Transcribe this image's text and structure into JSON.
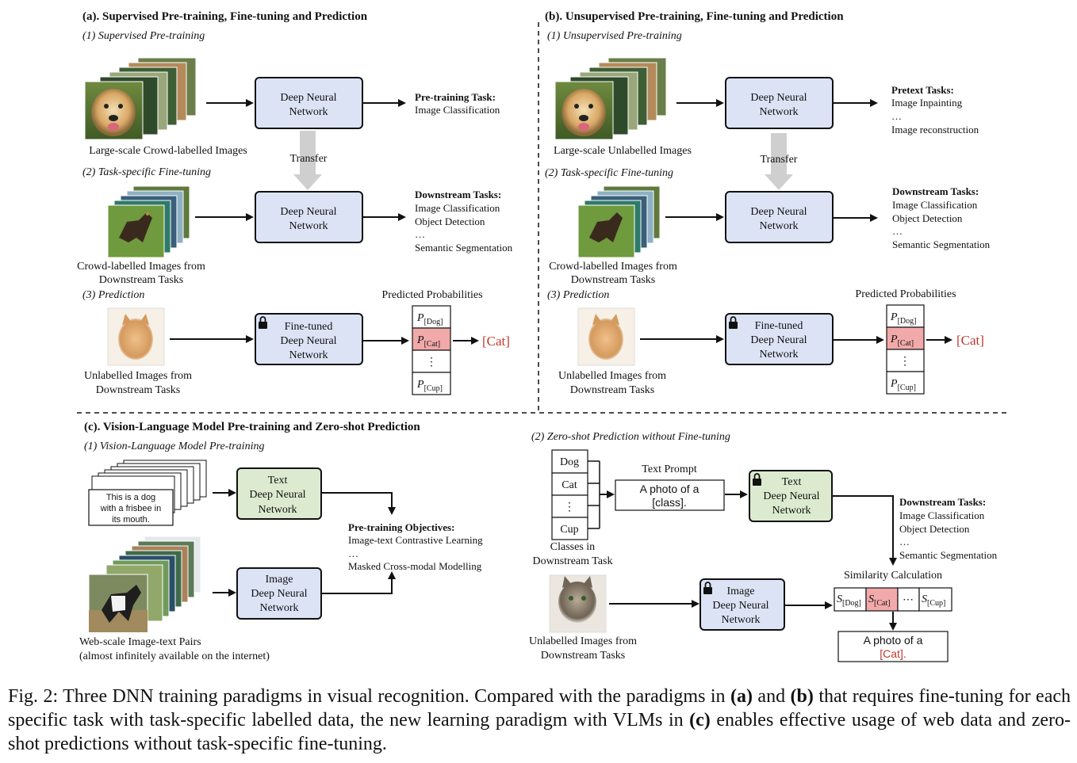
{
  "colors": {
    "dnn_fill": "#dbe3f5",
    "text_dnn_fill": "#dcebcf",
    "highlight_fill": "#f2a9a9",
    "cat_red": "#c0392b",
    "arrow_gray": "#cfcfcf"
  },
  "panel_a": {
    "title": "(a). Supervised Pre-training, Fine-tuning and Prediction",
    "step1": "(1) Supervised Pre-training",
    "step1_images": "Large-scale Crowd-labelled Images",
    "step1_box": [
      "Deep Neural",
      "Network"
    ],
    "step1_task_head": "Pre-training Task:",
    "step1_task_items": [
      "Image Classification"
    ],
    "transfer": "Transfer",
    "step2": "(2) Task-specific Fine-tuning",
    "step2_images": [
      "Crowd-labelled Images from",
      "Downstream Tasks"
    ],
    "step2_box": [
      "Deep Neural",
      "Network"
    ],
    "step2_task_head": "Downstream Tasks:",
    "step2_task_items": [
      "Image Classification",
      "Object Detection",
      "…",
      "Semantic Segmentation"
    ],
    "step3": "(3) Prediction",
    "step3_images": [
      "Unlabelled Images from",
      "Downstream Tasks"
    ],
    "step3_box": [
      "Fine-tuned",
      "Deep Neural",
      "Network"
    ],
    "prob_title": "Predicted Probabilities",
    "probs": [
      {
        "p": "P",
        "sub": "[Dog]"
      },
      {
        "p": "P",
        "sub": "[Cat]"
      },
      {
        "p": "⋮",
        "sub": ""
      },
      {
        "p": "P",
        "sub": "[Cup]"
      }
    ],
    "result": "[Cat]"
  },
  "panel_b": {
    "title": "(b). Unsupervised Pre-training, Fine-tuning and Prediction",
    "step1": "(1) Unsupervised Pre-training",
    "step1_images": "Large-scale Unlabelled Images",
    "step1_box": [
      "Deep Neural",
      "Network"
    ],
    "step1_task_head": "Pretext Tasks:",
    "step1_task_items": [
      "Image Inpainting",
      "…",
      "Image reconstruction"
    ],
    "transfer": "Transfer",
    "step2": "(2) Task-specific Fine-tuning",
    "step2_images": [
      "Crowd-labelled Images from",
      "Downstream Tasks"
    ],
    "step2_box": [
      "Deep Neural",
      "Network"
    ],
    "step2_task_head": "Downstream Tasks:",
    "step2_task_items": [
      "Image Classification",
      "Object Detection",
      "…",
      "Semantic Segmentation"
    ],
    "step3": "(3) Prediction",
    "step3_images": [
      "Unlabelled Images from",
      "Downstream Tasks"
    ],
    "step3_box": [
      "Fine-tuned",
      "Deep Neural",
      "Network"
    ],
    "prob_title": "Predicted Probabilities",
    "probs": [
      {
        "p": "P",
        "sub": "[Dog]"
      },
      {
        "p": "P",
        "sub": "[Cat]"
      },
      {
        "p": "⋮",
        "sub": ""
      },
      {
        "p": "P",
        "sub": "[Cup]"
      }
    ],
    "result": "[Cat]"
  },
  "panel_c": {
    "title": "(c). Vision-Language Model Pre-training and Zero-shot Prediction",
    "step1": "(1) Vision-Language Model Pre-training",
    "caption_card": [
      "This is a dog",
      "with a frisbee in",
      "its mouth."
    ],
    "text_box": [
      "Text",
      "Deep Neural",
      "Network"
    ],
    "image_box": [
      "Image",
      "Deep Neural",
      "Network"
    ],
    "objectives_head": "Pre-training Objectives:",
    "objectives_items": [
      "Image-text Contrastive Learning",
      "…",
      "Masked Cross-modal Modelling"
    ],
    "pairs_label": [
      "Web-scale Image-text Pairs",
      "(almost infinitely available on the internet)"
    ],
    "step2": "(2) Zero-shot Prediction without Fine-tuning",
    "classes": [
      "Dog",
      "Cat",
      "⋮",
      "Cup"
    ],
    "classes_label": [
      "Classes in",
      "Downstream Task"
    ],
    "prompt_title": "Text Prompt",
    "prompt": [
      "A photo of a",
      "[class]."
    ],
    "zs_text_box": [
      "Text",
      "Deep Neural",
      "Network"
    ],
    "zs_task_head": "Downstream Tasks:",
    "zs_task_items": [
      "Image Classification",
      "Object Detection",
      "…",
      "Semantic Segmentation"
    ],
    "similarity_title": "Similarity Calculation",
    "sims": [
      {
        "s": "S",
        "sub": "[Dog]"
      },
      {
        "s": "S",
        "sub": "[Cat]"
      },
      {
        "s": "⋯",
        "sub": ""
      },
      {
        "s": "S",
        "sub": "[Cup]"
      }
    ],
    "zs_images": [
      "Unlabelled Images from",
      "Downstream Tasks"
    ],
    "zs_image_box": [
      "Image",
      "Deep Neural",
      "Network"
    ],
    "output": [
      "A photo of a",
      "[Cat]."
    ]
  },
  "caption": {
    "part1": "Fig. 2: Three DNN training paradigms in visual recognition. Compared with the paradigms in ",
    "a": "(a)",
    "part2": " and ",
    "b": "(b)",
    "part3": " that requires fine-tuning for each specific task with task-specific labelled data, the new learning paradigm with VLMs in ",
    "c": "(c)",
    "part4": " enables effective usage of web data and zero-shot predictions without task-specific fine-tuning."
  }
}
